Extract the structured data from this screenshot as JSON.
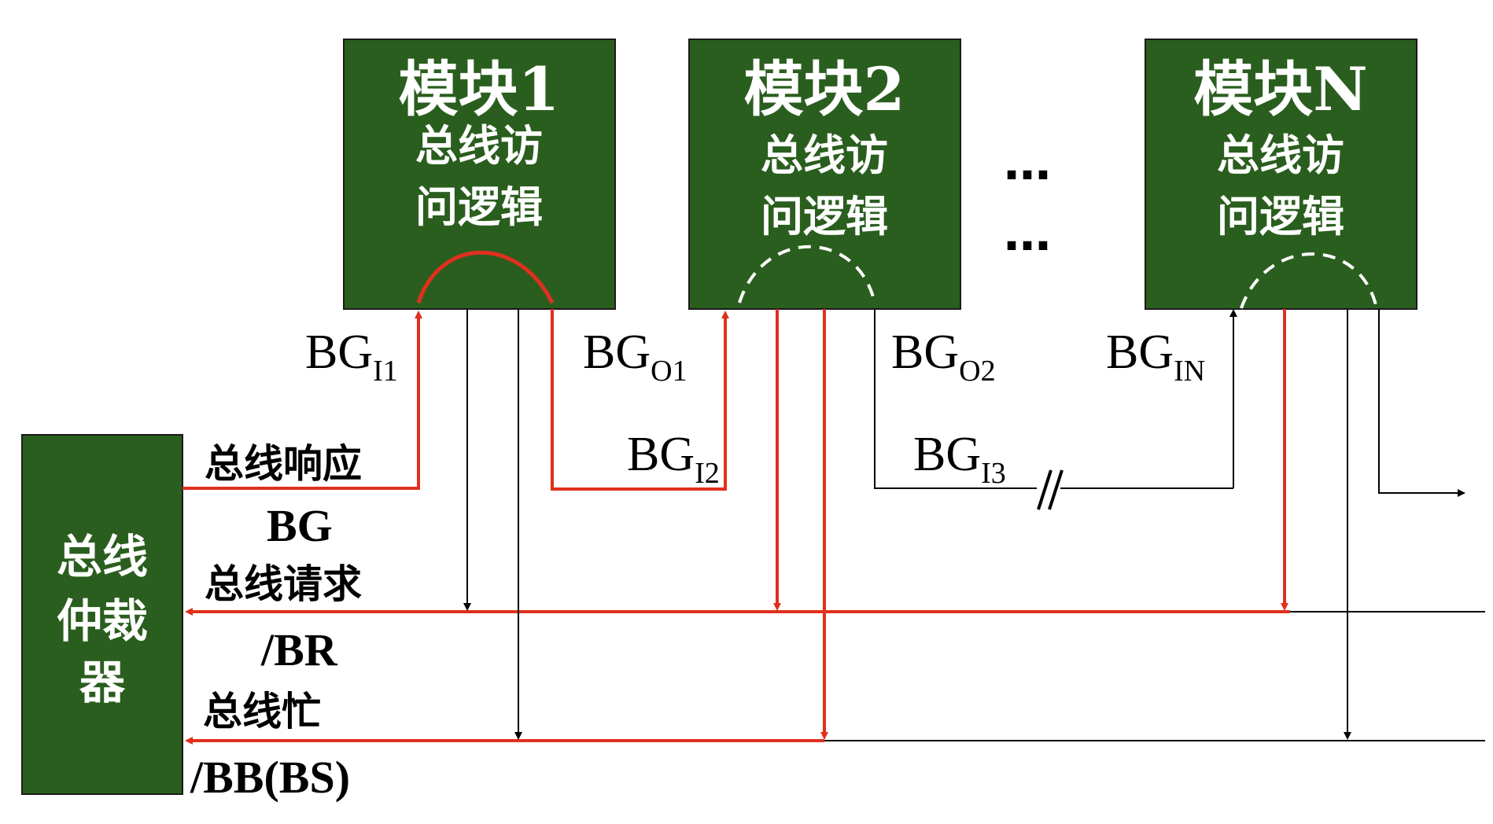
{
  "modules": [
    {
      "title": "模块1",
      "line1": "总线访",
      "line2": "问逻辑"
    },
    {
      "title": "模块2",
      "line1": "总线访",
      "line2": "问逻辑"
    },
    {
      "title": "模块N",
      "line1": "总线访",
      "line2": "问逻辑"
    }
  ],
  "ellipsis": [
    "…",
    "…"
  ],
  "arbiter": {
    "line1": "总线",
    "line2": "仲裁",
    "line3": "器"
  },
  "signals": {
    "bgi1": {
      "main": "BG",
      "sub": "I1"
    },
    "bgo1": {
      "main": "BG",
      "sub": "O1"
    },
    "bgi2": {
      "main": "BG",
      "sub": "I2"
    },
    "bgo2": {
      "main": "BG",
      "sub": "O2"
    },
    "bgi3": {
      "main": "BG",
      "sub": "I3"
    },
    "bgin": {
      "main": "BG",
      "sub": "IN"
    }
  },
  "bus": {
    "response_cn": "总线响应",
    "response_en": "BG",
    "request_cn": "总线请求",
    "request_en": "/BR",
    "busy_cn": "总线忙",
    "busy_en": "/BB(BS)"
  },
  "colors": {
    "module_fill": "#2a5e1e",
    "active_path": "#e0301e",
    "line": "#000000",
    "dashed_chain": "#ffffff"
  }
}
